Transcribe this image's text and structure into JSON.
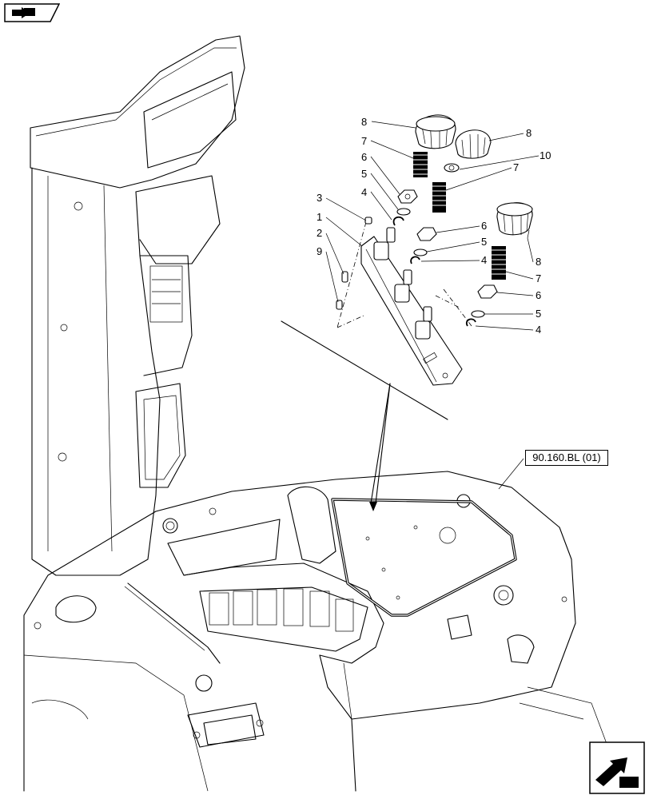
{
  "reference_box": "90.160.BL (01)",
  "callouts": {
    "c1": "1",
    "c2": "2",
    "c3": "3",
    "c9": "9",
    "c4a": "4",
    "c4b": "4",
    "c4c": "4",
    "c5a": "5",
    "c5b": "5",
    "c5c": "5",
    "c6a": "6",
    "c6b": "6",
    "c6c": "6",
    "c7a": "7",
    "c7b": "7",
    "c7c": "7",
    "c8a": "8",
    "c8b": "8",
    "c8c": "8",
    "c10": "10"
  },
  "icons": {
    "top_left": "previous-page-arrow-icon",
    "bottom_right": "next-page-arrow-icon"
  }
}
